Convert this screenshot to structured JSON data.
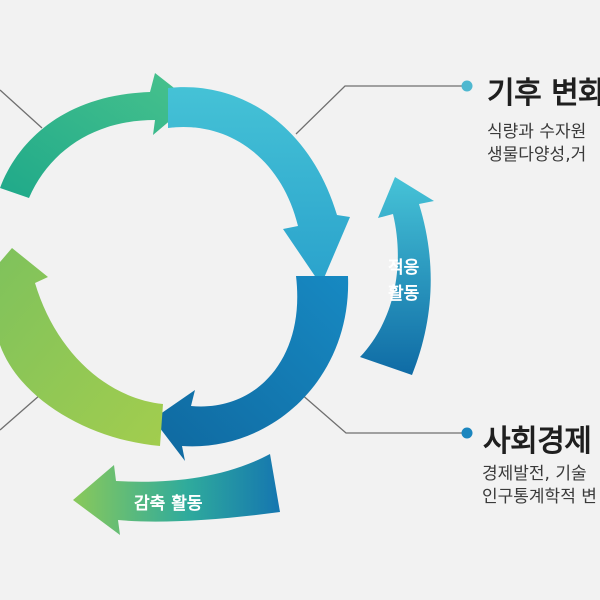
{
  "climate": {
    "heading": "기후 변화",
    "lines": [
      "식량과 수자원",
      "생물다양성,거"
    ]
  },
  "socio": {
    "heading": "사회경제",
    "lines": [
      "경제발전, 기술",
      "인구통계학적 변"
    ]
  },
  "adaptation": {
    "lines": [
      "적응",
      "활동"
    ]
  },
  "mitigation": {
    "label": "감축 활동"
  },
  "colors": {
    "background": "#f2f2f2",
    "teal_green": "#36b58f",
    "light_blue": "#45bfd3",
    "deep_blue": "#127ab3",
    "lime_green": "#8bc65a",
    "bullet": "#4fb8d0",
    "bullet_dark": "#1b86bf"
  }
}
